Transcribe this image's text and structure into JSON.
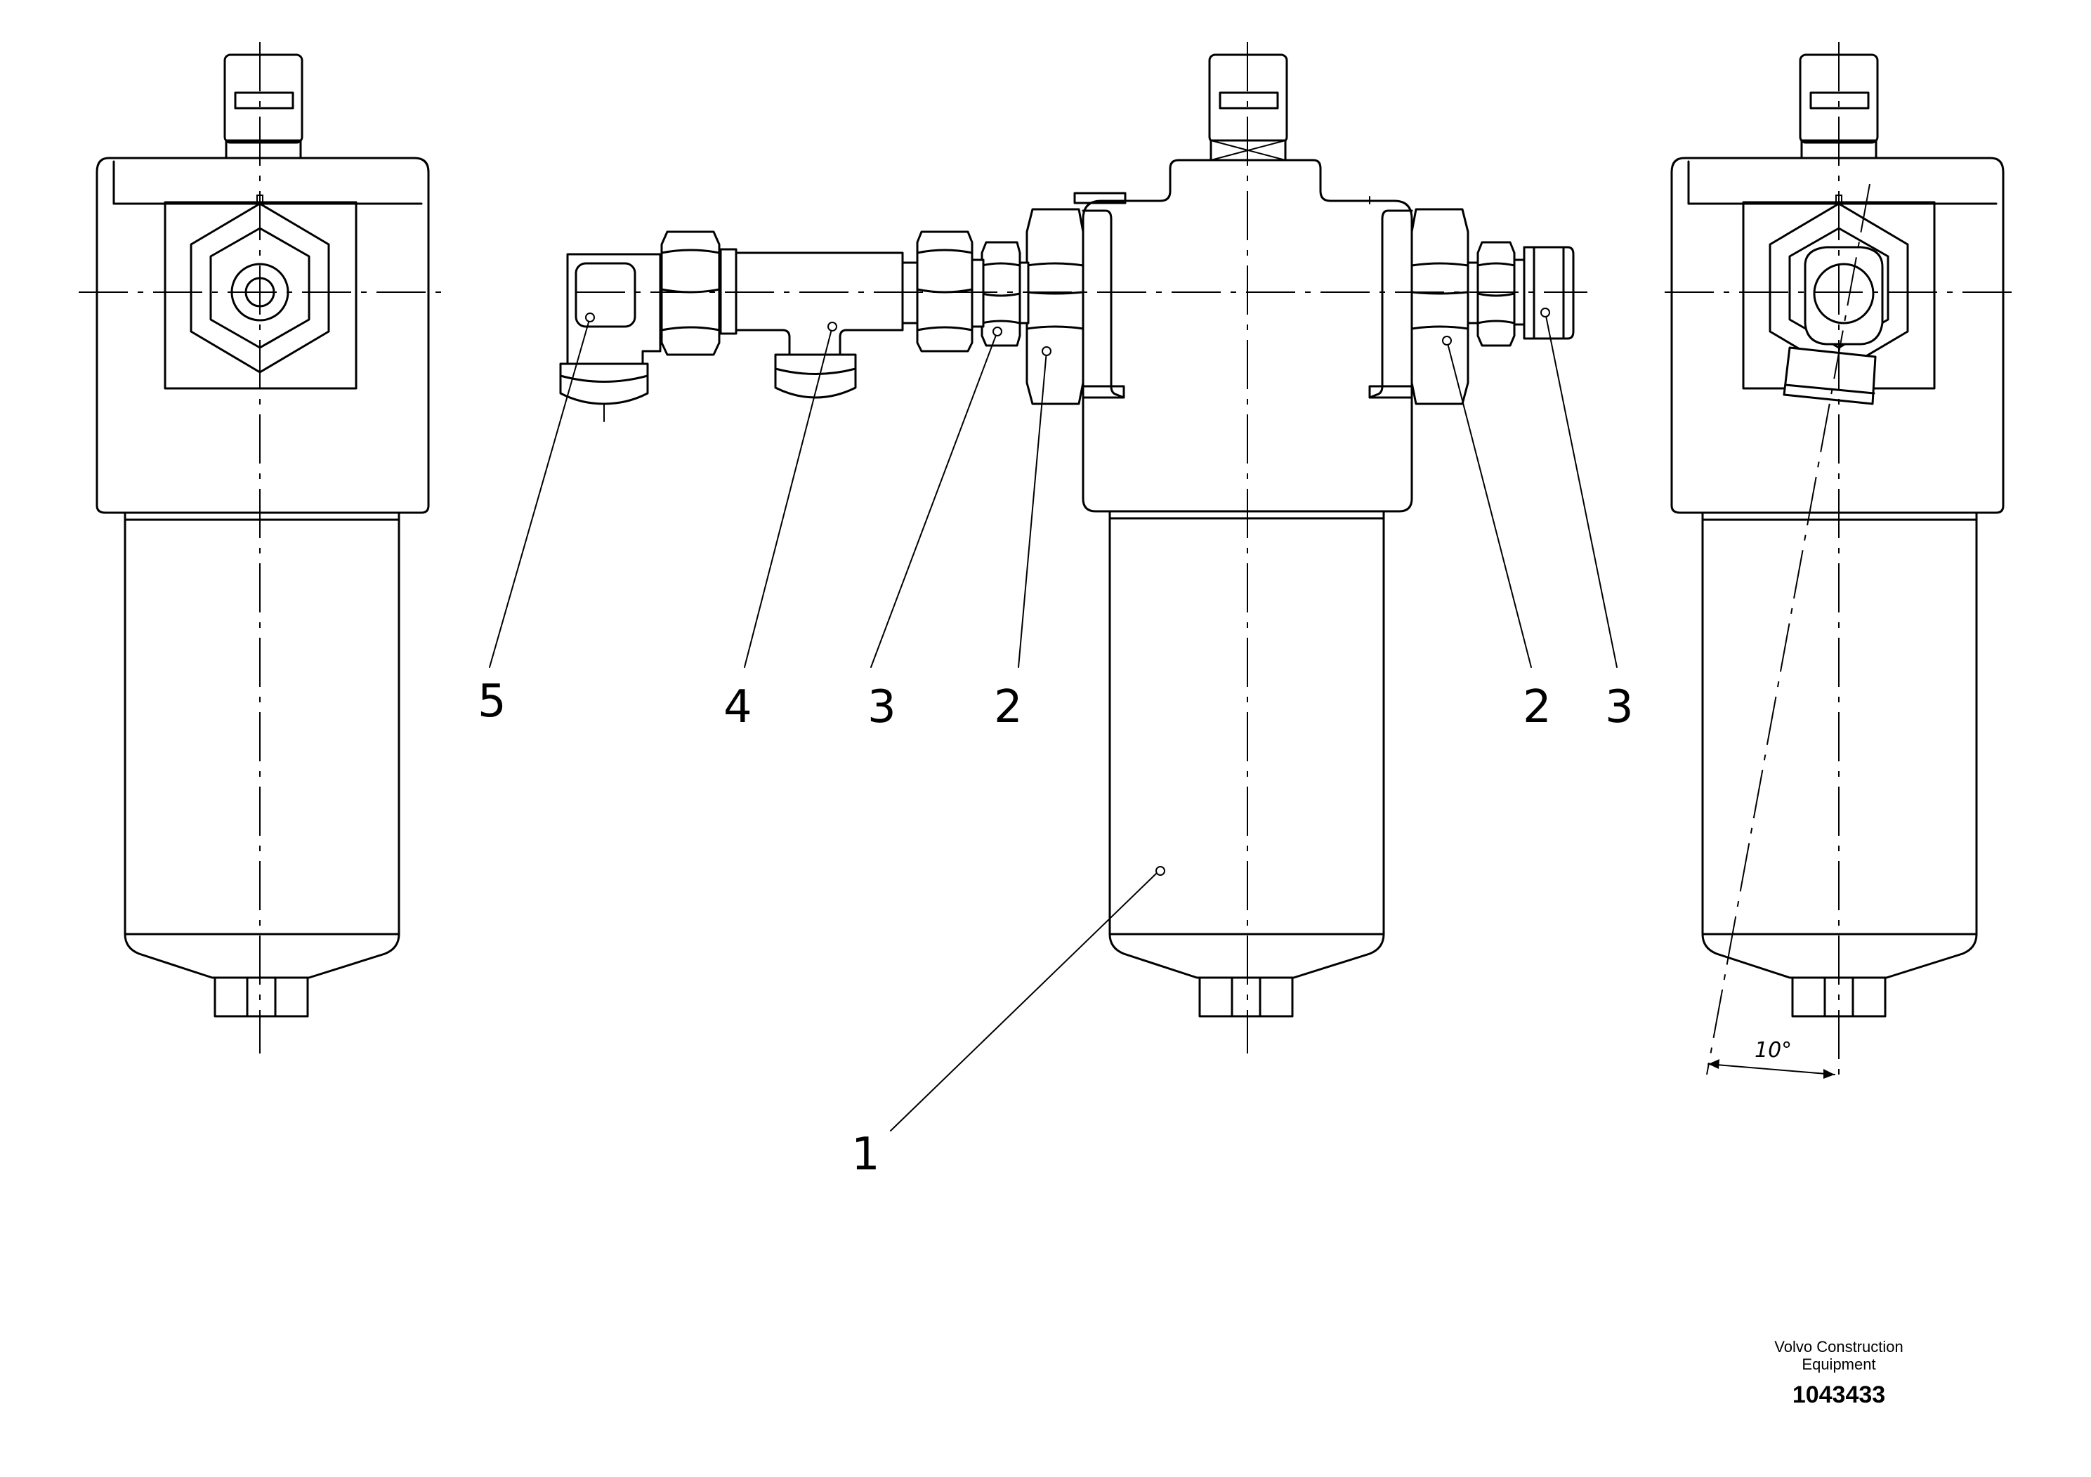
{
  "callouts": {
    "item_1": "1",
    "item_2_left": "2",
    "item_2_right": "2",
    "item_3_left": "3",
    "item_3_right": "3",
    "item_4": "4",
    "item_5": "5"
  },
  "dimension": {
    "angle": "10°"
  },
  "footer": {
    "brand_line1": "Volvo Construction",
    "brand_line2": "Equipment",
    "doc_number": "1043433"
  }
}
